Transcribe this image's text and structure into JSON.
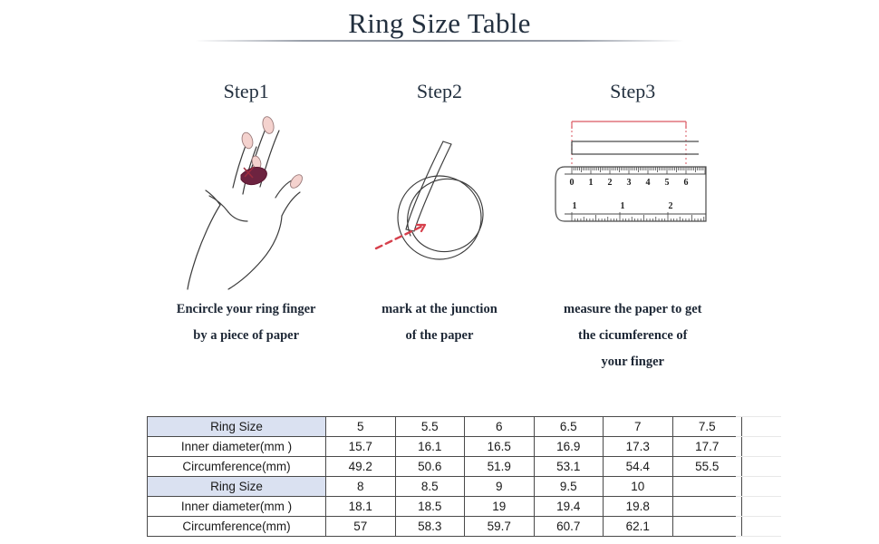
{
  "title": "Ring Size Table",
  "steps": [
    {
      "heading": "Step1",
      "illustration": "hand-with-paper-strip-on-ring-finger",
      "caption_line1": "Encircle your ring finger",
      "caption_line2": "by a piece of paper",
      "caption_line3": ""
    },
    {
      "heading": "Step2",
      "illustration": "coiled-paper-strip-with-red-dashed-marker",
      "caption_line1": "mark at the junction",
      "caption_line2": "of the paper",
      "caption_line3": ""
    },
    {
      "heading": "Step3",
      "illustration": "ruler-measuring-paper-strip",
      "caption_line1": "measure the paper to get",
      "caption_line2": "the cicumference of",
      "caption_line3": "your finger"
    }
  ],
  "ruler": {
    "cm_labels": [
      "0",
      "1",
      "2",
      "3",
      "4",
      "5",
      "6"
    ],
    "inch_labels": [
      "1",
      "1",
      "2"
    ]
  },
  "colors": {
    "title": "#23303f",
    "table_header_bg": "#dae1f1",
    "table_border": "#4a4a4a",
    "accent_red": "#d9414a",
    "paper_band": "#6d2340",
    "nail_pink": "#f2cdc9",
    "line_art": "#3a3a3a"
  },
  "table": {
    "blocks": [
      {
        "rows": [
          {
            "type": "header",
            "label": "Ring Size",
            "values": [
              "5",
              "5.5",
              "6",
              "6.5",
              "7",
              "7.5"
            ]
          },
          {
            "type": "data",
            "label": "Inner diameter(mm )",
            "values": [
              "15.7",
              "16.1",
              "16.5",
              "16.9",
              "17.3",
              "17.7"
            ]
          },
          {
            "type": "data",
            "label": "Circumference(mm)",
            "values": [
              "49.2",
              "50.6",
              "51.9",
              "53.1",
              "54.4",
              "55.5"
            ]
          }
        ]
      },
      {
        "rows": [
          {
            "type": "header",
            "label": "Ring Size",
            "values": [
              "8",
              "8.5",
              "9",
              "9.5",
              "10",
              ""
            ]
          },
          {
            "type": "data",
            "label": "Inner diameter(mm )",
            "values": [
              "18.1",
              "18.5",
              "19",
              "19.4",
              "19.8",
              ""
            ]
          },
          {
            "type": "data",
            "label": "Circumference(mm)",
            "values": [
              "57",
              "58.3",
              "59.7",
              "60.7",
              "62.1",
              ""
            ]
          }
        ]
      }
    ]
  }
}
